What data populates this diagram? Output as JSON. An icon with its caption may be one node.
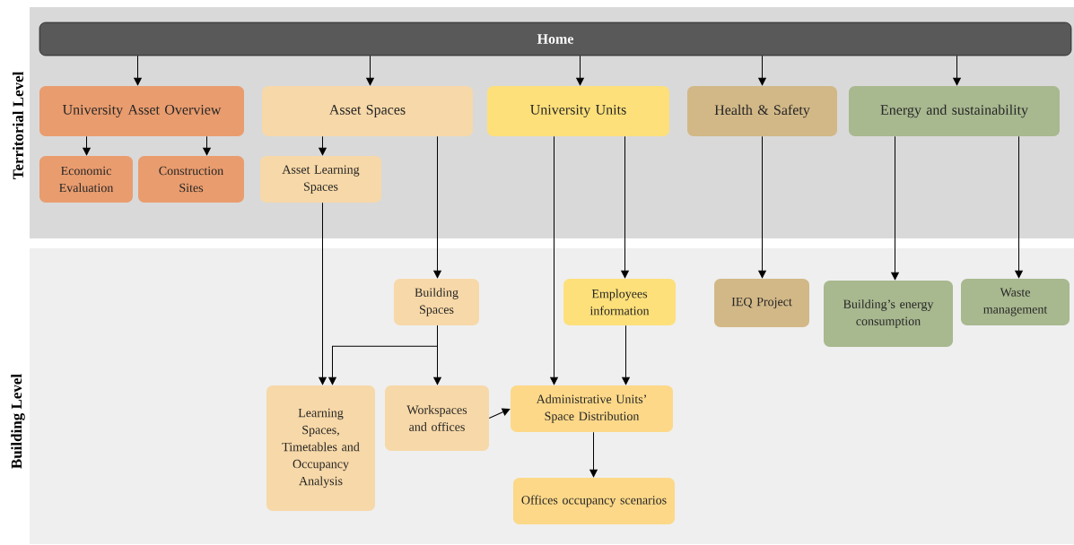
{
  "diagram": {
    "nodes": [
      {
        "text": [
          "Territorial Level"
        ]
      },
      {
        "text": [
          "Home"
        ],
        "in": 0
      },
      {
        "text": [
          "University Asset Overview"
        ],
        "in": 0
      },
      {
        "text": [
          "Asset Spaces"
        ],
        "in": 0
      },
      {
        "text": [
          "University Units"
        ],
        "in": 0
      },
      {
        "text": [
          "Health & Safety"
        ],
        "in": 0
      },
      {
        "text": [
          "Energy and sustainability"
        ],
        "in": 0
      },
      {
        "text": [
          "Economic Evaluation"
        ],
        "in": 0
      },
      {
        "text": [
          "Construction Sites"
        ],
        "in": 0
      },
      {
        "text": [
          "Asset Learning Spaces"
        ],
        "in": 0
      },
      {
        "text": [
          "Building Level"
        ]
      },
      {
        "text": [
          "Building Spaces"
        ],
        "in": 10
      },
      {
        "text": [
          "Employees information"
        ],
        "in": 10
      },
      {
        "text": [
          "IEQ Project"
        ],
        "in": 10
      },
      {
        "text": [
          "Building’s energy consumption"
        ],
        "in": 10
      },
      {
        "text": [
          "Waste management"
        ],
        "in": 10
      },
      {
        "text": [
          "Learning Spaces, Timetables and Occupancy Analysis"
        ],
        "in": 10
      },
      {
        "text": [
          "Workspaces and offices"
        ],
        "in": 10
      },
      {
        "text": [
          "Administrative Units’ Space Distribution"
        ],
        "in": 10
      },
      {
        "text": [
          "Offices occupancy scenarios"
        ],
        "in": 10
      }
    ],
    "edges": [
      {
        "from": 1,
        "to": 2,
        "arrow": "to"
      },
      {
        "from": 1,
        "to": 3,
        "arrow": "to"
      },
      {
        "from": 1,
        "to": 4,
        "arrow": "to"
      },
      {
        "from": 1,
        "to": 5,
        "arrow": "to"
      },
      {
        "from": 1,
        "to": 6,
        "arrow": "to"
      },
      {
        "from": 2,
        "to": 7,
        "arrow": "to"
      },
      {
        "from": 2,
        "to": 8,
        "arrow": "to"
      },
      {
        "from": 3,
        "to": 9,
        "arrow": "to"
      },
      {
        "from": 3,
        "to": 11,
        "arrow": "to"
      },
      {
        "from": 9,
        "to": 16,
        "arrow": "to"
      },
      {
        "from": 11,
        "to": 16,
        "arrow": "to"
      },
      {
        "from": 11,
        "to": 17,
        "arrow": "to"
      },
      {
        "from": 4,
        "to": 18,
        "arrow": "to"
      },
      {
        "from": 4,
        "to": 12,
        "arrow": "to"
      },
      {
        "from": 12,
        "to": 18,
        "arrow": "to"
      },
      {
        "from": 17,
        "to": 18,
        "arrow": "to"
      },
      {
        "from": 18,
        "to": 19,
        "arrow": "to"
      },
      {
        "from": 5,
        "to": 13,
        "arrow": "to"
      },
      {
        "from": 6,
        "to": 14,
        "arrow": "to"
      },
      {
        "from": 6,
        "to": 15,
        "arrow": "to"
      }
    ]
  }
}
